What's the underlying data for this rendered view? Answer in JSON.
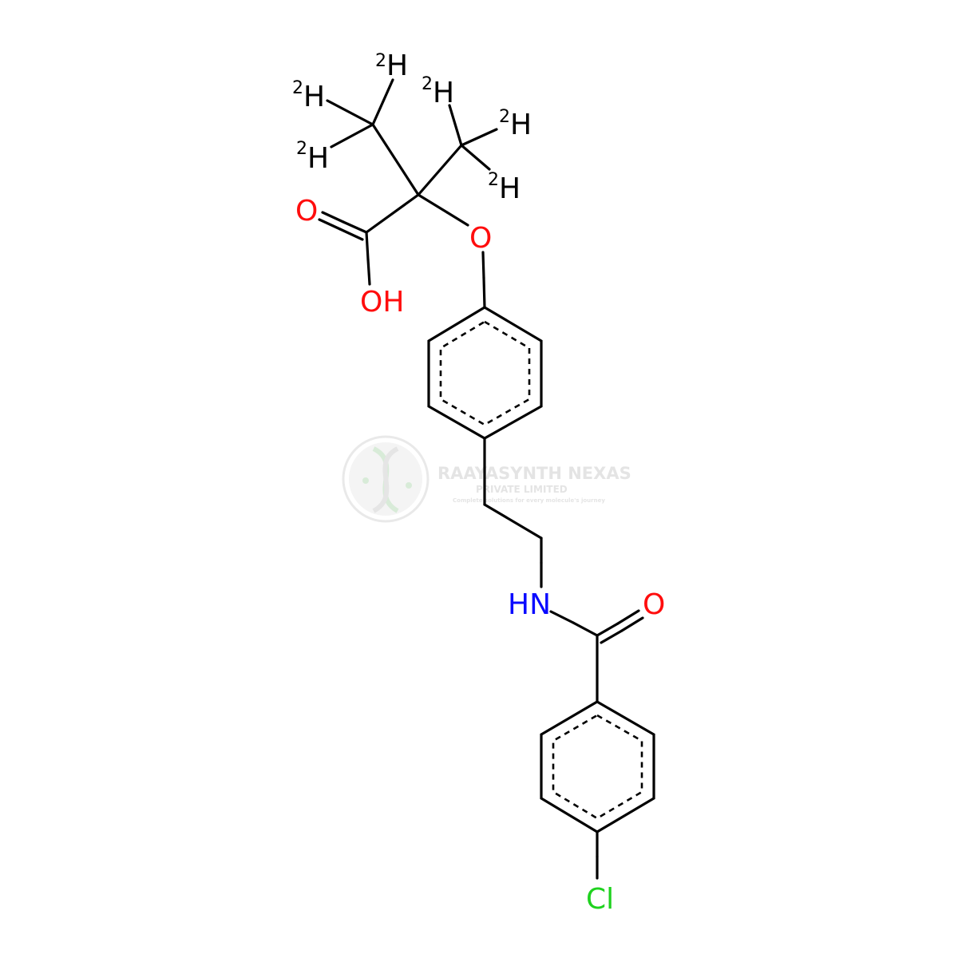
{
  "molecule": {
    "atoms": {
      "o_carbonyl_acid": "O",
      "oh_acid": "OH",
      "o_ether": "O",
      "nh_amide": "HN",
      "o_amide": "O",
      "cl": "Cl",
      "deuterium_symbol": "H",
      "deuterium_mass": "2"
    },
    "colors": {
      "oxygen": "#ff0d0d",
      "nitrogen": "#0a0aff",
      "chlorine": "#1fd21f",
      "bond": "#000000"
    }
  },
  "watermark": {
    "company": "RAAYASYNTH NEXAS",
    "subtitle": "PRIVATE LIMITED",
    "tagline": "Complete solutions for every molecule's journey",
    "logo_icon": "dna-helix-icon"
  }
}
